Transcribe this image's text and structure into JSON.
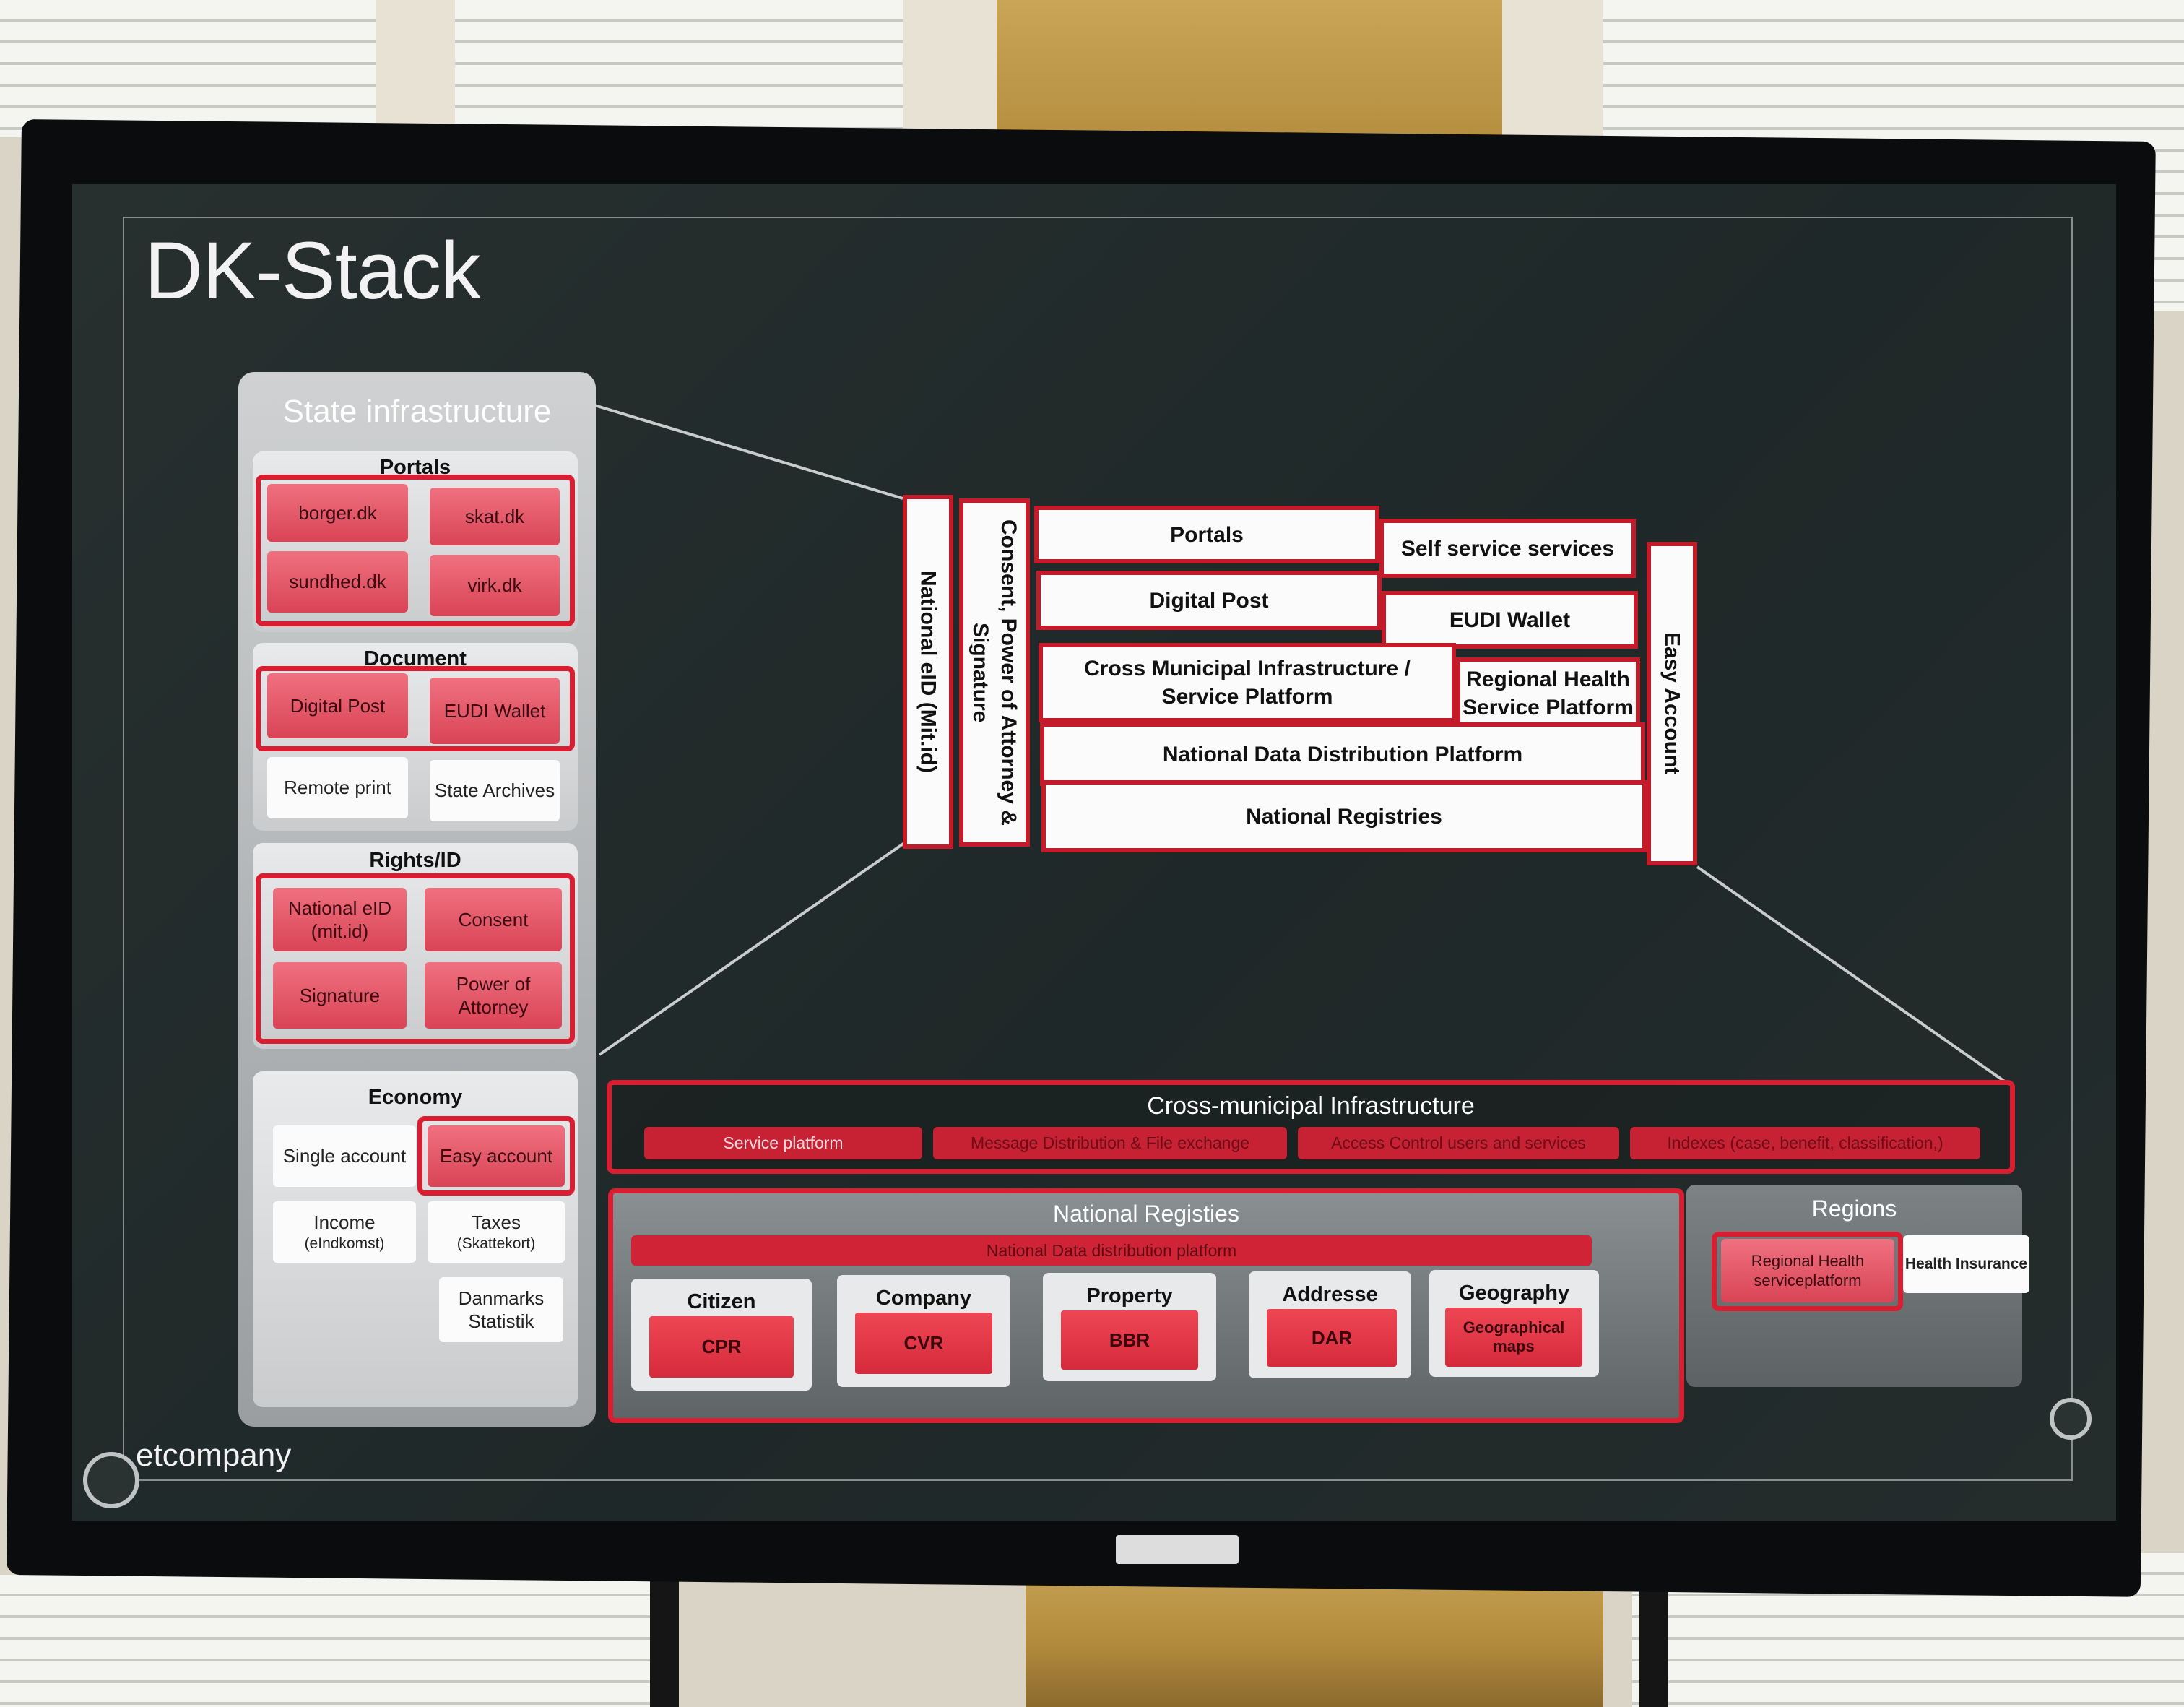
{
  "slide": {
    "title": "DK-Stack",
    "brand": "etcompany"
  },
  "state_infrastructure": {
    "title": "State infrastructure",
    "groups": {
      "portals": {
        "title": "Portals",
        "items": [
          "borger.dk",
          "skat.dk",
          "sundhed.dk",
          "virk.dk"
        ]
      },
      "document": {
        "title": "Document",
        "items": [
          "Digital Post",
          "EUDI Wallet",
          "Remote print",
          "State Archives"
        ]
      },
      "rights": {
        "title": "Rights/ID",
        "items": [
          "National eID (mit.id)",
          "Consent",
          "Signature",
          "Power of Attorney"
        ]
      },
      "economy": {
        "title": "Economy",
        "items": [
          "Single account",
          "Easy account",
          "Income",
          "(eIndkomst)",
          "Taxes",
          "(Skattekort)",
          "Danmarks Statistik"
        ]
      }
    }
  },
  "stack": {
    "national_eid": "National eID (Mit.id)",
    "consent": "Consent, Power of Attorney & Signature",
    "portals": "Portals",
    "self_service": "Self service services",
    "digital_post": "Digital Post",
    "eudi_wallet": "EUDI Wallet",
    "cross_municipal": "Cross Municipal Infrastructure / Service Platform",
    "regional_health": "Regional Health Service Platform",
    "data_distribution": "National Data Distribution Platform",
    "national_registries": "National Registries",
    "easy_account": "Easy Account"
  },
  "cross_municipal": {
    "title": "Cross-municipal Infrastructure",
    "items": [
      "Service platform",
      "Message Distribution & File exchange",
      "Access Control users and services",
      "Indexes (case, benefit, classification,)"
    ]
  },
  "national_registries": {
    "title": "National Registies",
    "bar": "National Data distribution platform",
    "cards": [
      {
        "title": "Citizen",
        "value": "CPR"
      },
      {
        "title": "Company",
        "value": "CVR"
      },
      {
        "title": "Property",
        "value": "BBR"
      },
      {
        "title": "Addresse",
        "value": "DAR"
      },
      {
        "title": "Geography",
        "value": "Geographical maps"
      }
    ]
  },
  "regions": {
    "title": "Regions",
    "items": [
      "Regional Health serviceplatform",
      "Health Insurance"
    ]
  },
  "colors": {
    "accent_red": "#d81e30",
    "screen_bg": "#232c2c",
    "light_red": "#e55a6a"
  }
}
